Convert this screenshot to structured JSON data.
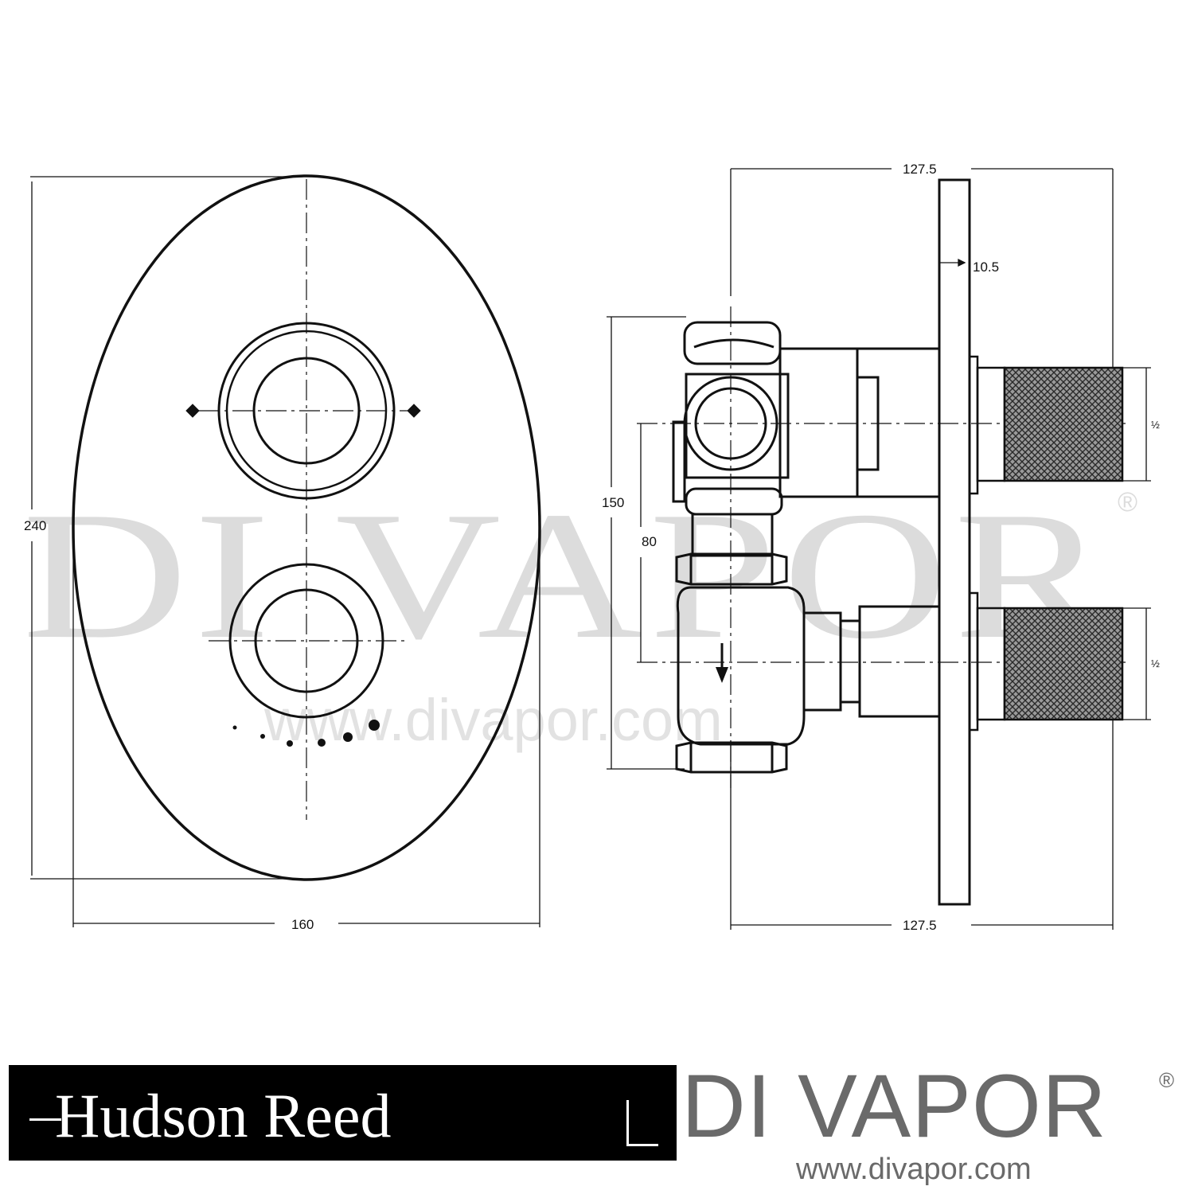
{
  "watermark": {
    "brand": "DI VAPOR",
    "registered": "®",
    "url": "www.divapor.com"
  },
  "front_view": {
    "height_label": "240",
    "width_label": "160"
  },
  "side_view": {
    "depth_top_label": "127.5",
    "depth_bottom_label": "127.5",
    "plate_label": "10.5",
    "outer_height_label": "150",
    "centres_label": "80",
    "knob_dim_top_label": "½",
    "knob_dim_bottom_label": "½"
  },
  "footer": {
    "manufacturer_logo": "Hudson Reed",
    "retailer_logo": "DI VAPOR",
    "retailer_registered": "®",
    "retailer_url": "www.divapor.com"
  }
}
